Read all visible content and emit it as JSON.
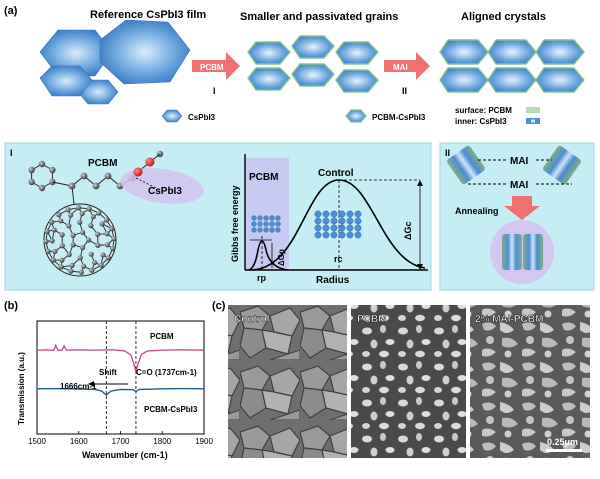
{
  "panel_labels": {
    "a": "(a)",
    "b": "(b)",
    "c": "(c)"
  },
  "panel_a": {
    "title_reference": "Reference CsPbI3 film",
    "title_smaller": "Smaller and passivated grains",
    "title_aligned": "Aligned crystals",
    "arrow1_label": "PCBM",
    "arrow1_step": "I",
    "arrow2_label": "MAI",
    "arrow2_step": "II",
    "legend_cspbi3": "CsPbI3",
    "legend_pcbm_cspbi3": "PCBM-CsPbI3",
    "legend_surface": "surface: PCBM",
    "legend_inner": "inner: CsPbI3",
    "colors": {
      "crystal": "#4a8fd6",
      "crystal_light": "#a9d2f6",
      "arrow": "#f06f6f",
      "pcbm_shell": "#b4ddb6",
      "box": "#c6ecf4"
    }
  },
  "box_I": {
    "label": "I",
    "pcbm_label": "PCBM",
    "cspbi3_label": "CsPbI3",
    "y_axis_label": "Gibbs free energy",
    "x_axis_label": "Radius",
    "pcbm_curve_label": "PCBM",
    "control_curve_label": "Control",
    "dG_p": "ΔGp",
    "dG_c": "ΔGc",
    "r_p": "rp",
    "r_c": "rc"
  },
  "box_II": {
    "label": "II",
    "mai_top": "MAI",
    "mai_mid": "MAI",
    "annealing": "Annealing"
  },
  "panel_b": {
    "chart_data": {
      "type": "line",
      "xlabel": "Wavenumber (cm-1)",
      "ylabel": "Transmission (a.u.)",
      "xlim": [
        1500,
        1900
      ],
      "x_ticks": [
        1500,
        1600,
        1700,
        1800,
        1900
      ],
      "series": [
        {
          "name": "PCBM",
          "color": "#cc4f92",
          "points": [
            [
              1500,
              0.74
            ],
            [
              1520,
              0.745
            ],
            [
              1540,
              0.74
            ],
            [
              1545,
              0.785
            ],
            [
              1550,
              0.74
            ],
            [
              1560,
              0.742
            ],
            [
              1565,
              0.78
            ],
            [
              1570,
              0.742
            ],
            [
              1600,
              0.745
            ],
            [
              1640,
              0.742
            ],
            [
              1680,
              0.745
            ],
            [
              1710,
              0.735
            ],
            [
              1725,
              0.7
            ],
            [
              1732,
              0.62
            ],
            [
              1737,
              0.55
            ],
            [
              1742,
              0.62
            ],
            [
              1750,
              0.705
            ],
            [
              1765,
              0.735
            ],
            [
              1800,
              0.742
            ],
            [
              1850,
              0.745
            ],
            [
              1900,
              0.742
            ]
          ]
        },
        {
          "name": "PCBM-CsPbI3",
          "color": "#1d5f87",
          "points": [
            [
              1500,
              0.4
            ],
            [
              1550,
              0.402
            ],
            [
              1600,
              0.398
            ],
            [
              1640,
              0.395
            ],
            [
              1655,
              0.38
            ],
            [
              1666,
              0.345
            ],
            [
              1677,
              0.38
            ],
            [
              1700,
              0.395
            ],
            [
              1730,
              0.392
            ],
            [
              1737,
              0.375
            ],
            [
              1745,
              0.395
            ],
            [
              1800,
              0.4
            ],
            [
              1850,
              0.402
            ],
            [
              1900,
              0.4
            ]
          ]
        }
      ],
      "vlines": [
        1666,
        1737
      ],
      "annotations": {
        "peak_1666": "1666cm-1",
        "peak_1737": "C=O (1737cm-1)",
        "shift": "Shift"
      }
    }
  },
  "panel_c": {
    "labels": [
      "Control",
      "PCBM",
      "2% MAI-PCBM"
    ],
    "scale_bar": "0.25μm"
  }
}
